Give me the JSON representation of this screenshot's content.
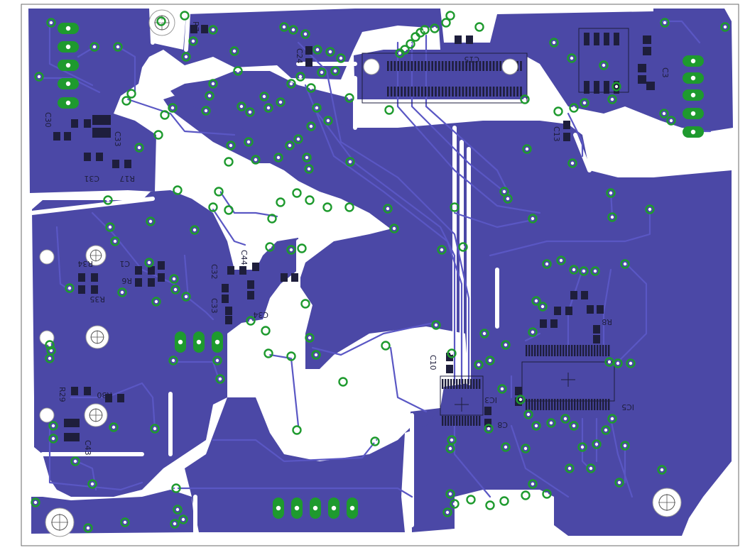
{
  "colors": {
    "background": "#ffffff",
    "copper": "#4b48a6",
    "trace": "#4b48a6",
    "via_ring": "#1e9a2e",
    "pad_ring": "#1e9a2e",
    "silk": "#1e1e3c",
    "outline": "#6a6a6a"
  },
  "labels": {
    "r7": "R7",
    "c31": "C31",
    "c33": "C33",
    "r17": "R17",
    "c30": "C30",
    "c1": "C1",
    "r34": "R34",
    "r6": "R6",
    "r35": "R35",
    "c32": "C32",
    "c33b": "C33",
    "c34": "C34",
    "c44": "C44",
    "c24": "C24",
    "c10": "C10",
    "ic3": "IC3",
    "c8": "C8",
    "ic5": "IC5",
    "r30": "R30",
    "c43": "C43",
    "r29": "R29",
    "c13": "C13",
    "c3": "C3",
    "c15": "C15",
    "r8": "R8"
  }
}
